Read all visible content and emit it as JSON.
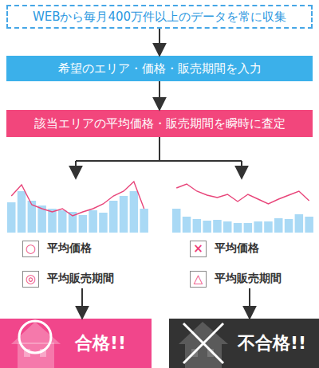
{
  "diagram": {
    "nodes": [
      {
        "text": [
          "WEBから毎月400万件以上のデータを常に収集"
        ]
      },
      {
        "text": [
          "希望のエリア・価格・販売期間を入力"
        ]
      },
      {
        "text": [
          "該当エリアの平均価格・販売期間を瞬時に査定"
        ]
      },
      {
        "text": [
          "○",
          "平均価格"
        ]
      },
      {
        "text": [
          "×",
          "平均価格"
        ]
      },
      {
        "text": [
          "◎",
          "平均販売期間"
        ]
      },
      {
        "text": [
          "△",
          "平均販売期間"
        ]
      },
      {
        "text": [
          "合格!!"
        ]
      },
      {
        "text": [
          "不合格!!"
        ]
      }
    ],
    "edges": [
      {
        "from": 0,
        "to": 1,
        "arrow": "to"
      },
      {
        "from": 1,
        "to": 2,
        "arrow": "to"
      },
      {
        "from": 5,
        "to": 7,
        "arrow": "to"
      },
      {
        "from": 6,
        "to": 8,
        "arrow": "to"
      }
    ]
  }
}
